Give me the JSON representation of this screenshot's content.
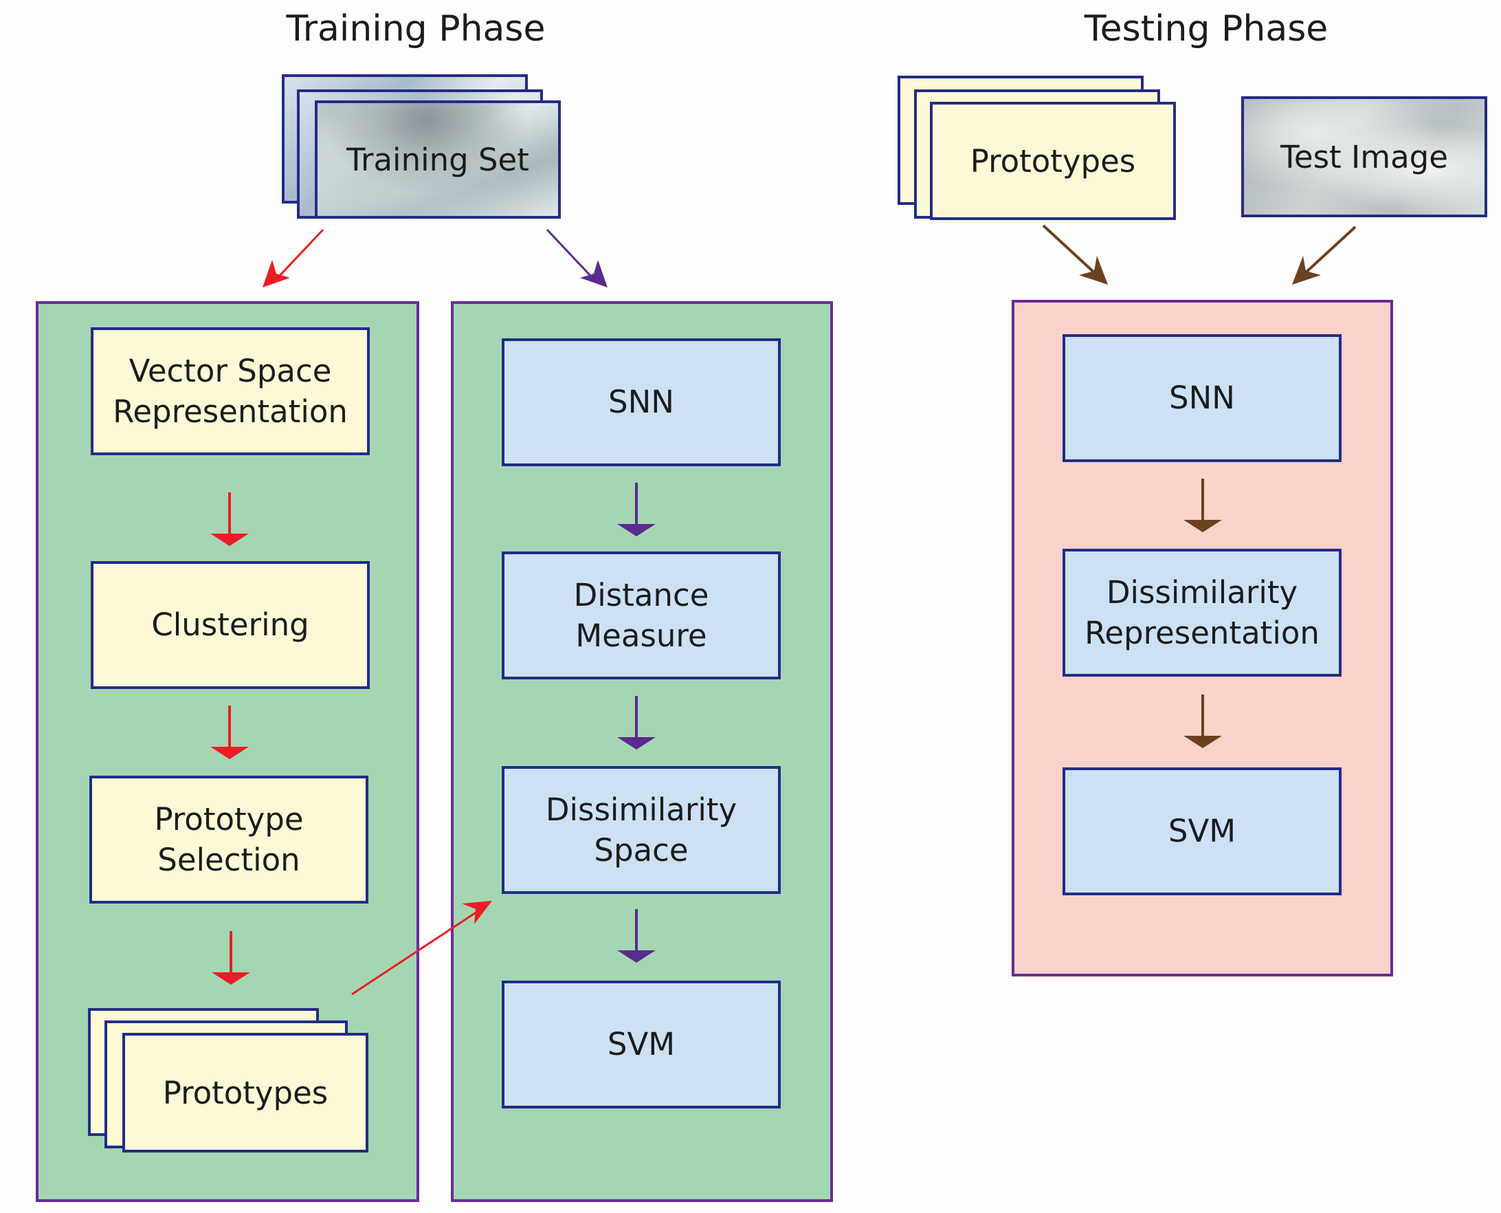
{
  "training": {
    "title": "Training Phase",
    "training_set_label": "Training Set",
    "left_column": {
      "vector_space": "Vector Space\nRepresentation",
      "clustering": "Clustering",
      "prototype_selection": "Prototype\nSelection",
      "prototypes": "Prototypes"
    },
    "right_column": {
      "snn": "SNN",
      "distance_measure": "Distance\nMeasure",
      "dissimilarity_space": "Dissimilarity\nSpace",
      "svm": "SVM"
    }
  },
  "testing": {
    "title": "Testing Phase",
    "prototypes_label": "Prototypes",
    "test_image_label": "Test Image",
    "column": {
      "snn": "SNN",
      "dissimilarity_representation": "Dissimilarity\nRepresentation",
      "svm": "SVM"
    }
  },
  "colors": {
    "red_arrow": "#ee1c24",
    "purple_arrow": "#5b2a8e",
    "brown_arrow": "#6b4120",
    "panel_green": "#a5d6b3",
    "panel_pink": "#f9d2c9",
    "box_yellow": "#fdf9d7",
    "box_blue": "#cce1f4",
    "box_border": "#222c86",
    "panel_border": "#6a2b97"
  }
}
